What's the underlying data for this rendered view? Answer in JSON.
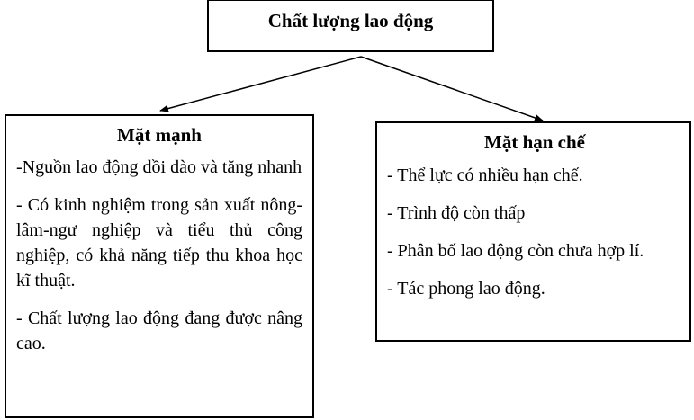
{
  "root": {
    "title": "Chất lượng lao động"
  },
  "strengths": {
    "heading": "Mặt mạnh",
    "items": [
      "-Nguồn lao động dồi dào và tăng nhanh",
      "- Có kinh nghiệm trong sản xuất nông-lâm-ngư nghiệp và tiểu thủ công nghiệp, có khả năng tiếp thu khoa học kĩ thuật.",
      "- Chất lượng lao động đang được nâng cao."
    ]
  },
  "limitations": {
    "heading": "Mặt hạn chế",
    "items": [
      "- Thể lực có nhiều hạn chế.",
      "- Trình độ còn thấp",
      "- Phân bố lao động còn chưa hợp lí.",
      "- Tác phong lao động."
    ]
  },
  "colors": {
    "line": "#000000",
    "background": "#ffffff"
  }
}
